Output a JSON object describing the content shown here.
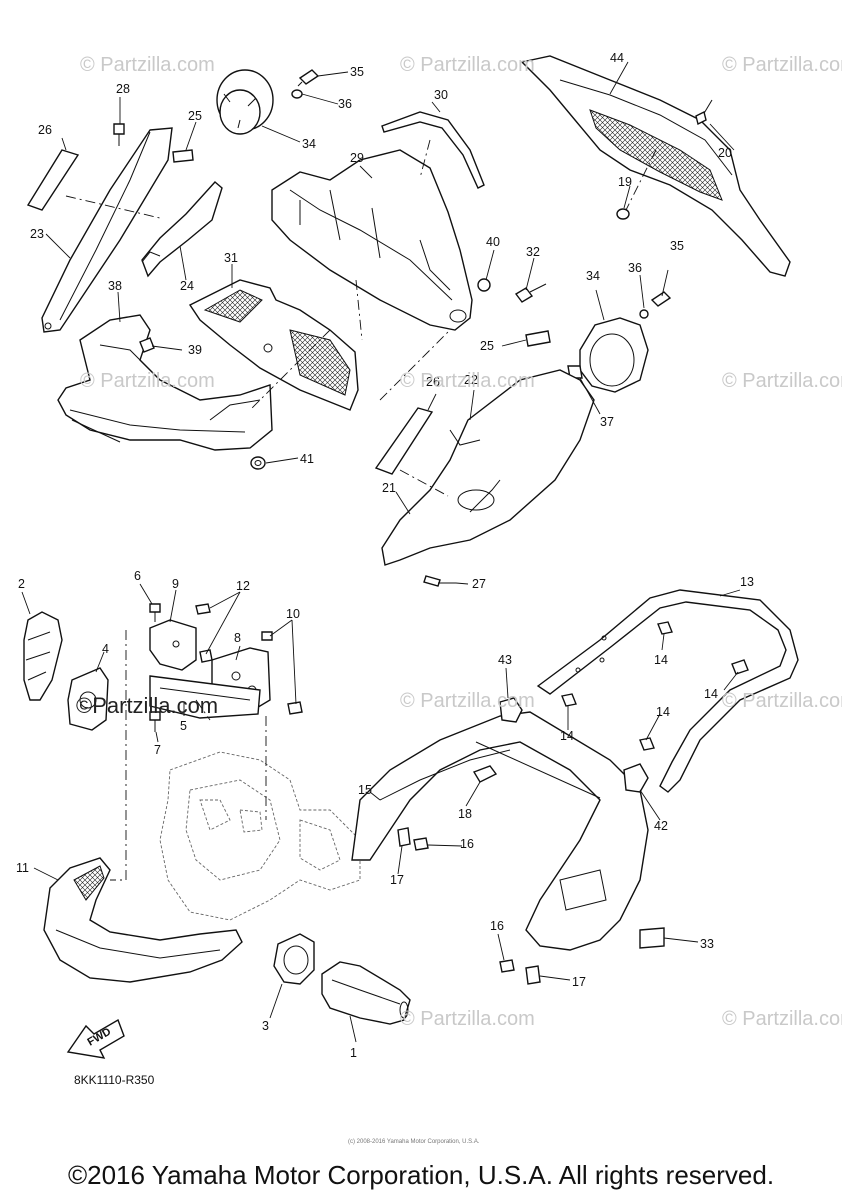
{
  "watermarks": [
    "© Partzilla.com",
    "© Partzilla.com",
    "© Partzilla.com",
    "© Partzilla.com",
    "© Partzilla.com",
    "© Partzilla.com",
    "© Partzilla.com",
    "© Partzilla.com",
    "© Partzilla.com",
    "© Partzilla.com"
  ],
  "logo_text": "©Partzilla.com",
  "diagram_code": "8KK1110-R350",
  "fwd_label": "FWD",
  "footer_small": "(c) 2008-2016 Yamaha Motor Corporation, U.S.A.",
  "footer": "©2016 Yamaha Motor Corporation, U.S.A. All rights reserved.",
  "callouts": [
    "1",
    "2",
    "3",
    "4",
    "5",
    "6",
    "7",
    "8",
    "9",
    "10",
    "11",
    "12",
    "13",
    "14",
    "14",
    "14",
    "14",
    "15",
    "16",
    "16",
    "17",
    "17",
    "18",
    "19",
    "20",
    "21",
    "22",
    "23",
    "24",
    "25",
    "25",
    "26",
    "26",
    "27",
    "28",
    "29",
    "30",
    "31",
    "32",
    "33",
    "34",
    "34",
    "35",
    "35",
    "36",
    "36",
    "37",
    "38",
    "39",
    "40",
    "41",
    "42",
    "43",
    "44"
  ]
}
